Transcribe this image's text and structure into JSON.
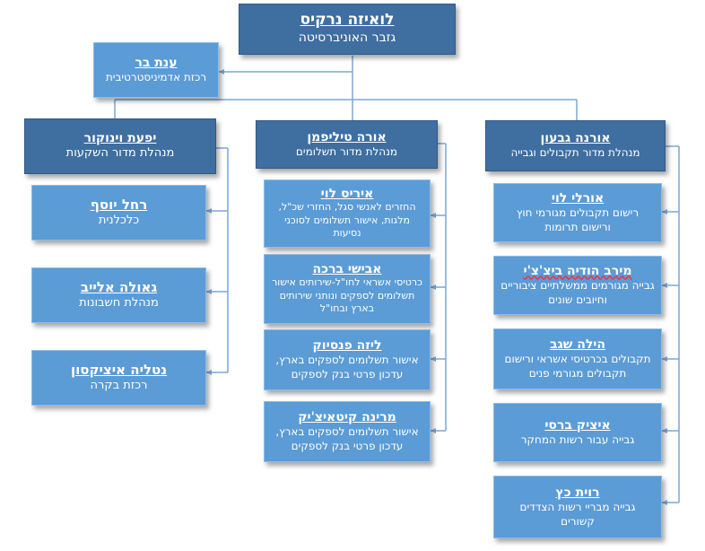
{
  "top": {
    "name": "לואיזה נרקיס",
    "role": "גזבר האוניברסיטה"
  },
  "assistant": {
    "name": "ענת בר",
    "role": "רכזת אדמיניסטרטיבית"
  },
  "departments": [
    {
      "name": "אורנה גבעון",
      "role": "מנהלת מדור תקבולים וגבייה",
      "staff": [
        {
          "name": "אורלי לוי",
          "role": "רישום תקבולים מגורמי חוץ ורישום תרומות"
        },
        {
          "name": "מירב הודיה ביצ'צ'י",
          "role": "גבייה מגורמים ממשלתיים ציבוריים וחיובים שונים"
        },
        {
          "name": "הילה שגב",
          "role": "תקבולים בכרטיסי אשראי ורישום תקבולים מגורמי פנים"
        },
        {
          "name": "איציק ברסי",
          "role": "גבייה עבור רשות המחקר"
        },
        {
          "name": "רוית כץ",
          "role": "גבייה מבריי רשות הצדדים קשורים"
        }
      ]
    },
    {
      "name": "אורה טיליפמן",
      "role": "מנהלת מדור תשלומים",
      "staff": [
        {
          "name": "איריס לוי",
          "role": "החזרים לאנשי סגל, החזרי שכ\"ל, מלגות, אישור תשלומים לסוכני נסיעות"
        },
        {
          "name": "אבישי ברכה",
          "role": "כרטיסי אשראי לחו\"ל-שירותים אישור תשלומים לספקים ונותני שירותים בארץ ובחו\"ל"
        },
        {
          "name": "ליזה פנסיוק",
          "role": "אישור תשלומים לספקים בארץ, עדכון פרטי בנק לספקים"
        },
        {
          "name": "מרינה קיטאיצ'יק",
          "role": "אישור תשלומים לספקים בארץ, עדכון פרטי בנק לספקים"
        }
      ]
    },
    {
      "name": "יפעת וינוקור",
      "role": "מנהלת מדור השקעות",
      "staff": [
        {
          "name": "רחל יוסף",
          "role": "כלכלנית"
        },
        {
          "name": "גאולה אלייב",
          "role": "מנהלת חשבונות"
        },
        {
          "name": "נטליה איציקסון",
          "role": "רכזת בקרה"
        }
      ]
    }
  ],
  "colors": {
    "dark": "#3f6ea0",
    "light": "#5b9bd6",
    "line": "#7aa7d6"
  }
}
